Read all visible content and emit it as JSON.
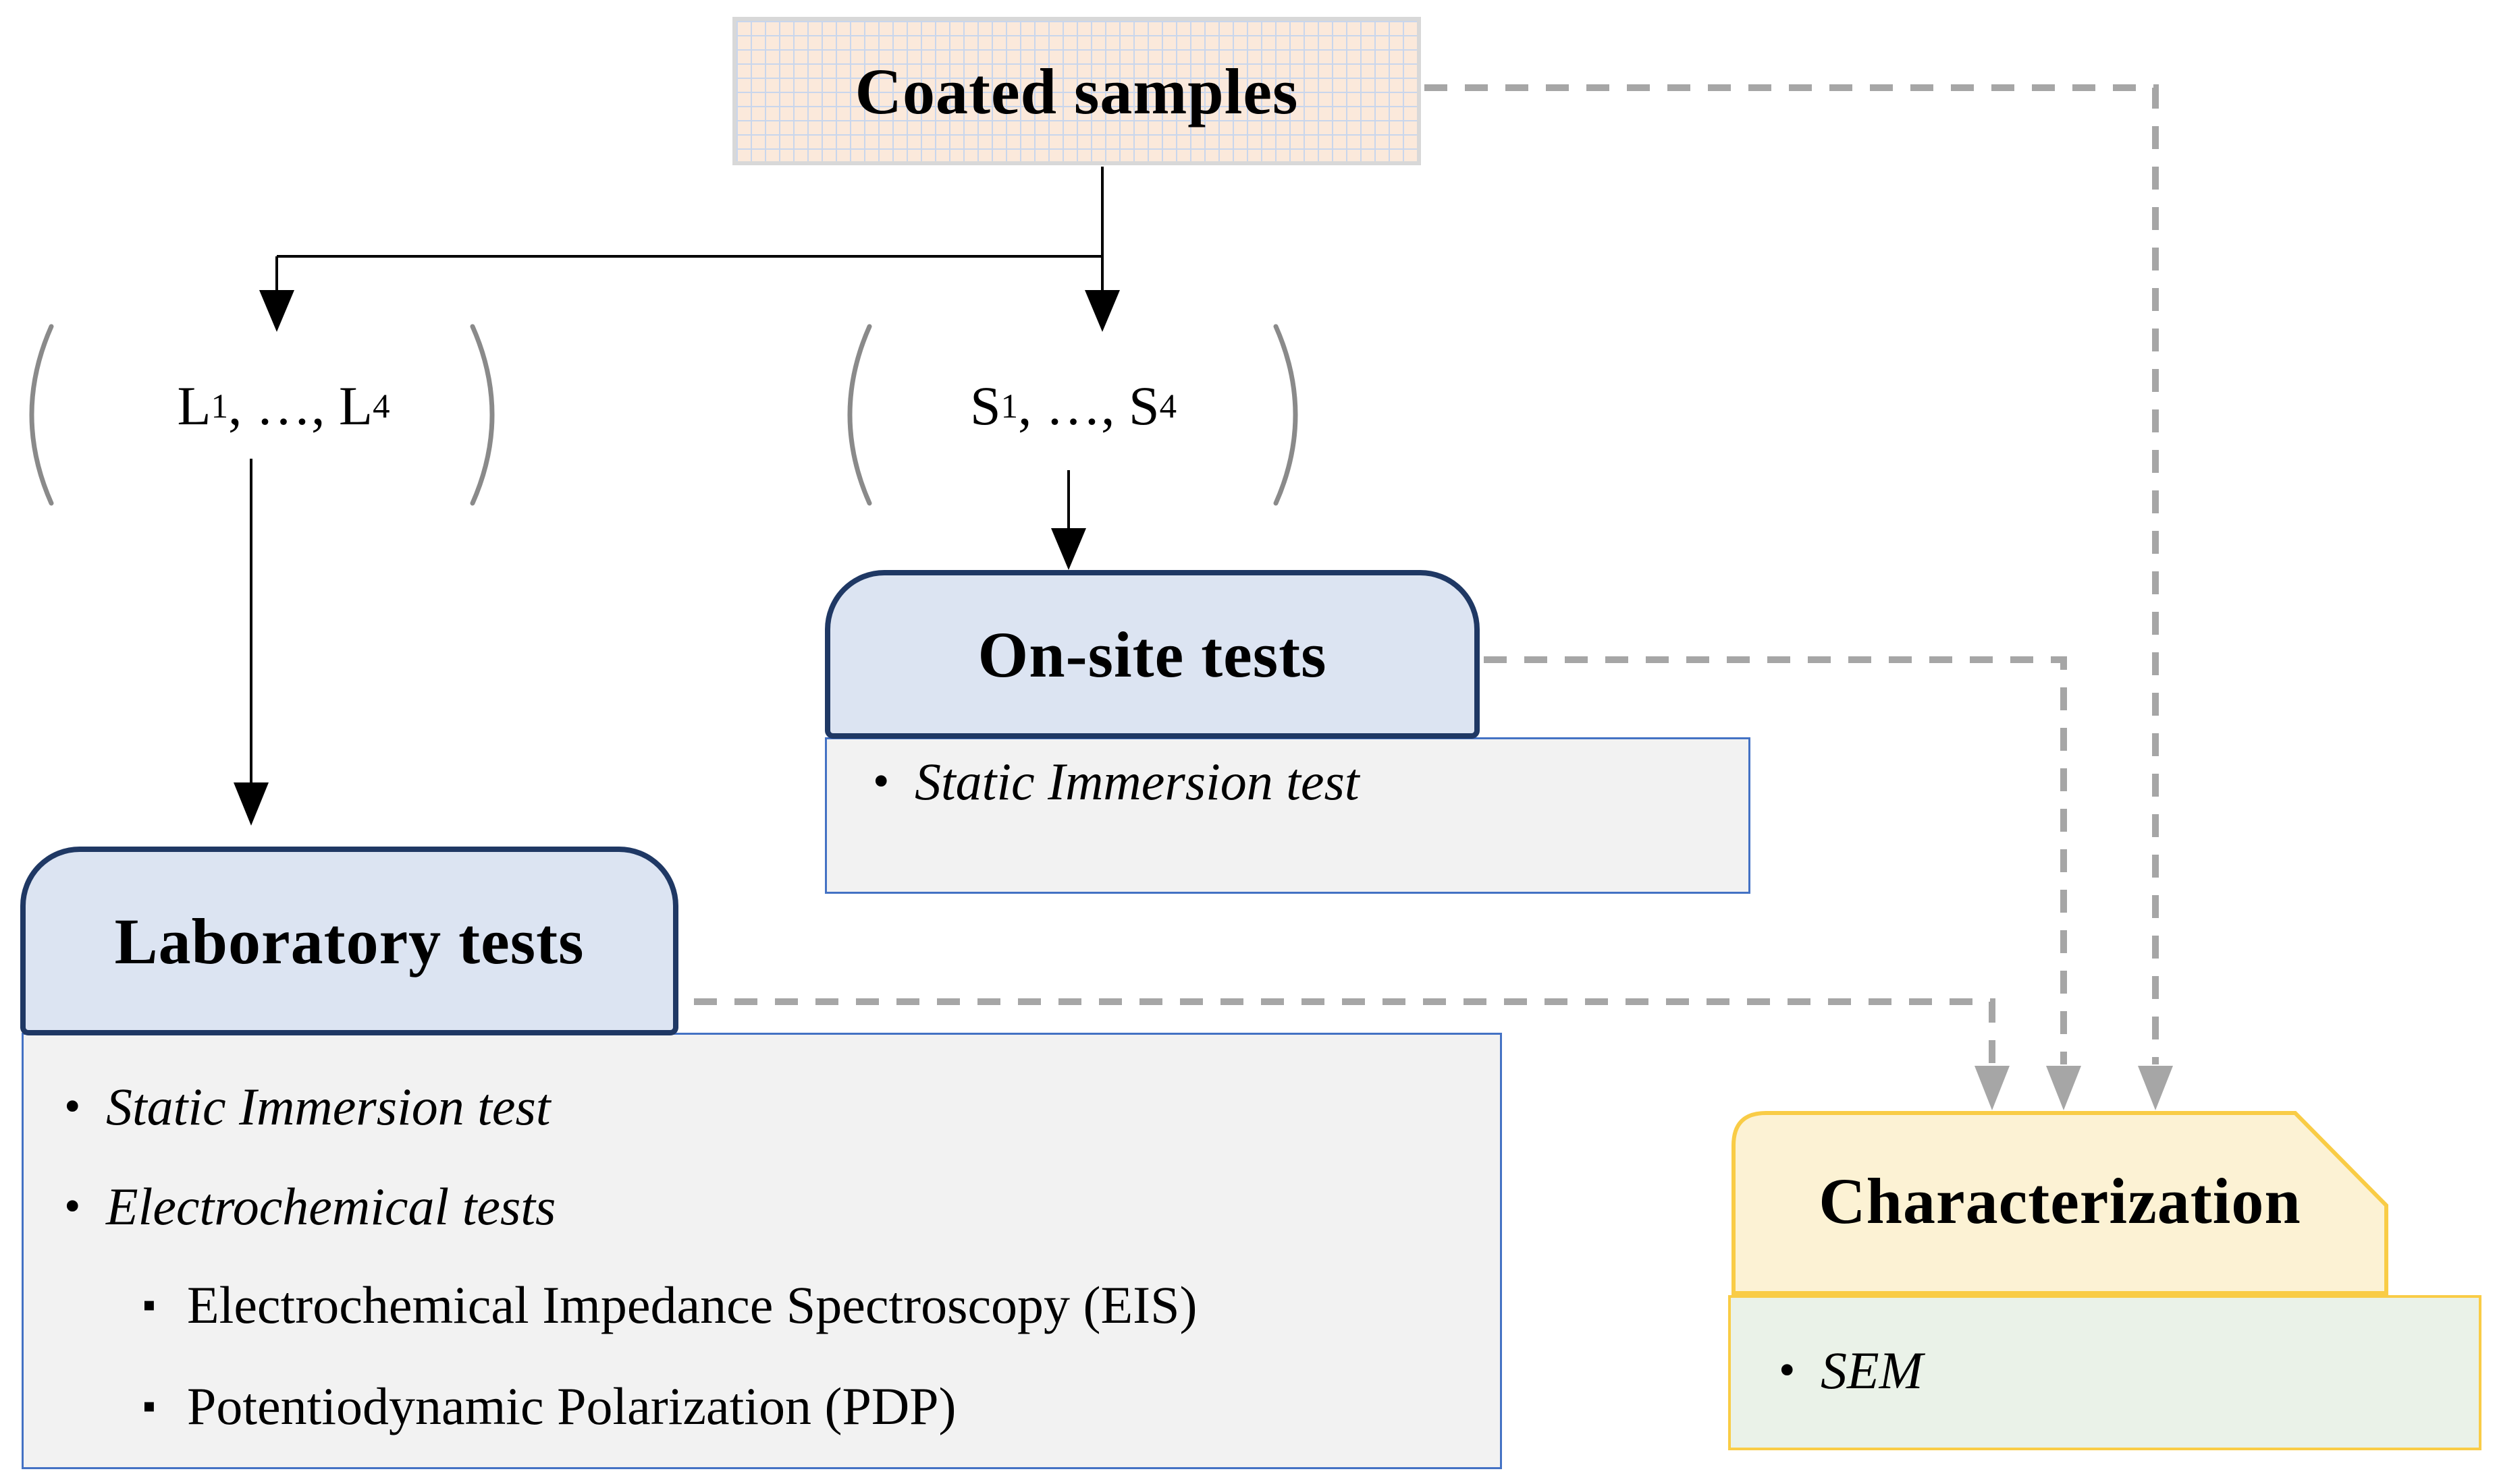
{
  "coated": {
    "label": "Coated samples"
  },
  "groups": {
    "l": {
      "base1": "L",
      "sub1": "1",
      "sep": ", …, ",
      "base2": "L",
      "sub2": "4"
    },
    "s": {
      "base1": "S",
      "sub1": "1",
      "sep": ", …, ",
      "base2": "S",
      "sub2": "4"
    }
  },
  "onsite": {
    "title": "On-site tests",
    "items": [
      {
        "bullet": "•",
        "text": "Static Immersion test"
      }
    ]
  },
  "laboratory": {
    "title": "Laboratory tests",
    "items": [
      {
        "bullet": "•",
        "text": "Static Immersion test"
      },
      {
        "bullet": "•",
        "text": "Electrochemical tests"
      },
      {
        "bullet": "▪",
        "text": "Electrochemical Impedance Spectroscopy (EIS)"
      },
      {
        "bullet": "▪",
        "text": "Potentiodynamic Polarization (PDP)"
      }
    ]
  },
  "characterization": {
    "title": "Characterization",
    "items": [
      {
        "bullet": "•",
        "text": "SEM"
      }
    ]
  },
  "colors": {
    "coated_fill": "#FBE9DB",
    "coated_grid": "#C9D6EC",
    "coated_border": "#D8D8D8",
    "blue_box_fill": "#DCE4F2",
    "blue_box_border": "#1F3864",
    "gray_panel_fill": "#F2F2F2",
    "gray_panel_border": "#4472C4",
    "yellow_fill": "#FCF2D4",
    "gold_border": "#F9CC46",
    "green_fill": "#EAF2E8",
    "dashed_connector": "#A6A6A6",
    "bracket_gray": "#8A8A8A",
    "solid_connector": "#000000"
  }
}
